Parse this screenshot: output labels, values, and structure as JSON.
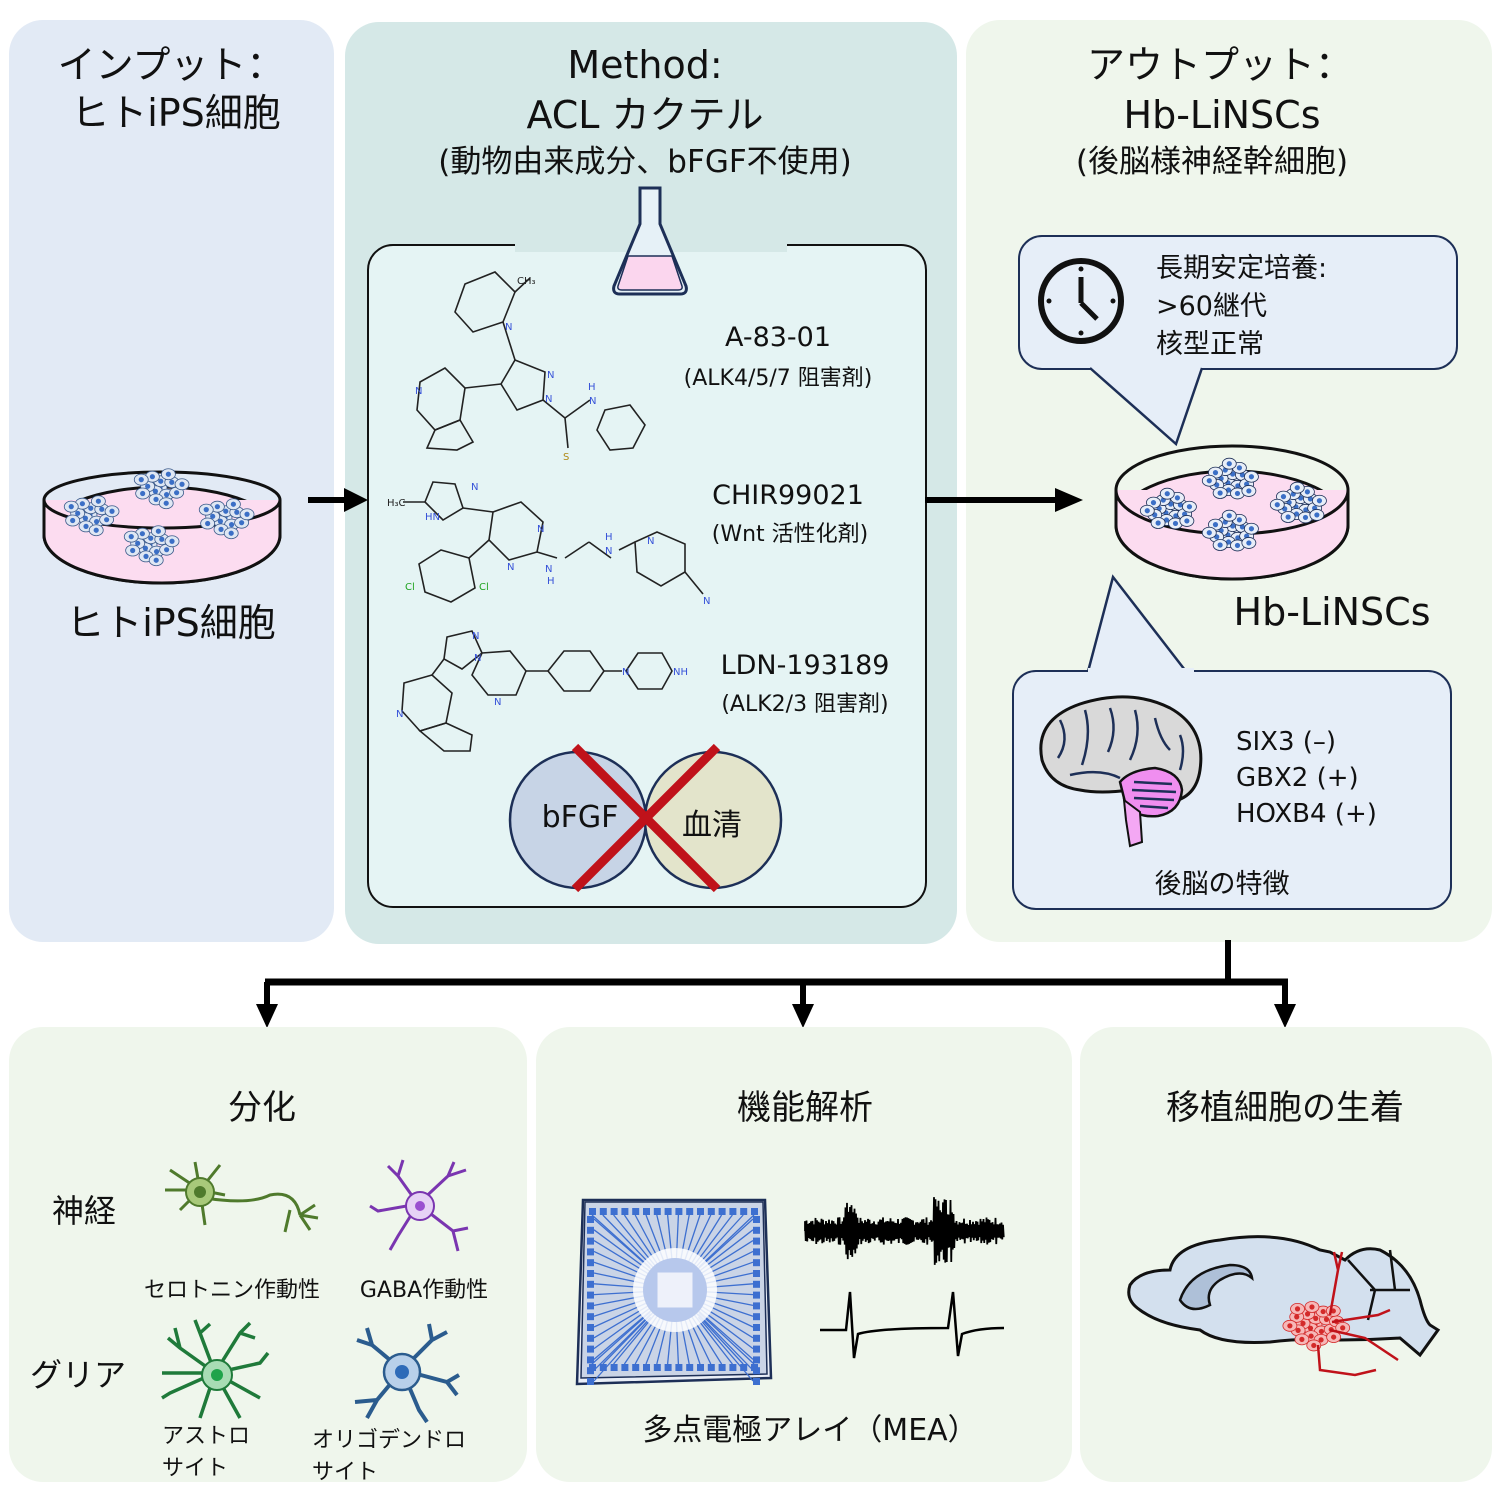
{
  "input": {
    "title_line1": "インプット：",
    "title_line2": "ヒトiPS細胞",
    "dish_label": "ヒトiPS細胞"
  },
  "method": {
    "title_line1": "Method:",
    "title_line2": "ACL カクテル",
    "title_line3": "(動物由来成分、bFGF不使用)",
    "compounds": [
      {
        "name": "A-83-01",
        "role": "(ALK4/5/7 阻害剤)",
        "structure_atoms": [
          "CH3",
          "N",
          "N",
          "N",
          "N",
          "H",
          "N",
          "S"
        ]
      },
      {
        "name": "CHIR99021",
        "role": "(Wnt 活性化剤)",
        "structure_atoms": [
          "H3C",
          "N",
          "HN",
          "N",
          "N",
          "H",
          "N",
          "H",
          "N",
          "N",
          "Cl",
          "Cl",
          "N"
        ]
      },
      {
        "name": "LDN-193189",
        "role": "(ALK2/3 阻害剤)",
        "structure_atoms": [
          "N",
          "N",
          "N",
          "N",
          "N",
          "NH"
        ]
      }
    ],
    "excluded": [
      {
        "label": "bFGF",
        "color": "#c7d4e6"
      },
      {
        "label": "血清",
        "color": "#e3e4cb"
      }
    ],
    "cross_color": "#c0121a"
  },
  "output": {
    "title_line1": "アウトプット：",
    "title_line2": "Hb-LiNSCs",
    "title_line3": "(後脳様神経幹細胞)",
    "culture_bubble": {
      "lines": [
        "長期安定培養:",
        ">60継代",
        "核型正常"
      ]
    },
    "dish_label": "Hb-LiNSCs",
    "markers_bubble": {
      "markers": [
        "SIX3 (–)",
        "GBX2 (+)",
        "HOXB4 (+)"
      ],
      "caption": "後脳の特徴"
    }
  },
  "differentiation": {
    "title": "分化",
    "row_neuron_label": "神経",
    "row_glia_label": "グリア",
    "cells": [
      {
        "label": "セロトニン作動性",
        "color": "#4f7a2c"
      },
      {
        "label": "GABA作動性",
        "color": "#7a35b0"
      },
      {
        "label_line1": "アストロ",
        "label_line2": "サイト",
        "color": "#1f7a3a"
      },
      {
        "label_line1": "オリゴデンドロ",
        "label_line2": "サイト",
        "color": "#2b5c8e"
      }
    ]
  },
  "functional": {
    "title": "機能解析",
    "caption": "多点電極アレイ（MEA）"
  },
  "graft": {
    "title": "移植細胞の生着"
  },
  "colors": {
    "dish_fill": "#fcdcf0",
    "cell_nucleus": "#3b6fc6",
    "cell_body": "#dfe7f3",
    "flask_fill": "#fbd6ee",
    "brain_grey": "#d9d9d9",
    "hindbrain_pink": "#f08ef0",
    "mea_blue": "#3d6fd0",
    "graft_red": "#d42a2a",
    "mouse_brain": "#d3e0ee"
  }
}
